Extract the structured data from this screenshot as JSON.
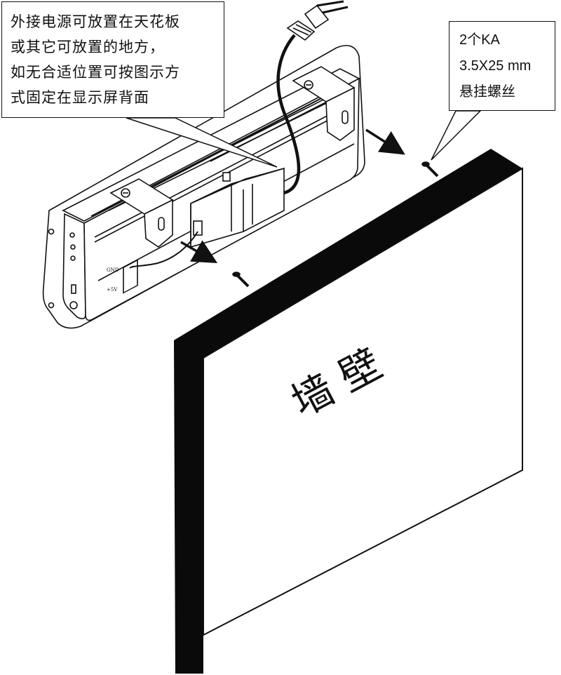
{
  "note_callout": {
    "lines": [
      "外接电源可放置在天花板",
      "或其它可放置的地方，",
      "如无合适位置可按图示方",
      "式固定在显示屏背面"
    ]
  },
  "screw_callout": {
    "lines": [
      "2个KA",
      "3.5X25 mm",
      "悬挂螺丝"
    ]
  },
  "wall": {
    "label": "墙 壁"
  },
  "panel": {
    "port_label_top": "GND",
    "port_label_bottom": "+5V"
  },
  "icons": [
    "power-plug-icon",
    "mounting-screw-icon",
    "direction-arrow-icon",
    "adjust-knob-icon"
  ],
  "colors": {
    "line": "#111111",
    "background": "#ffffff",
    "wall_edge": "#0a0a0a"
  }
}
